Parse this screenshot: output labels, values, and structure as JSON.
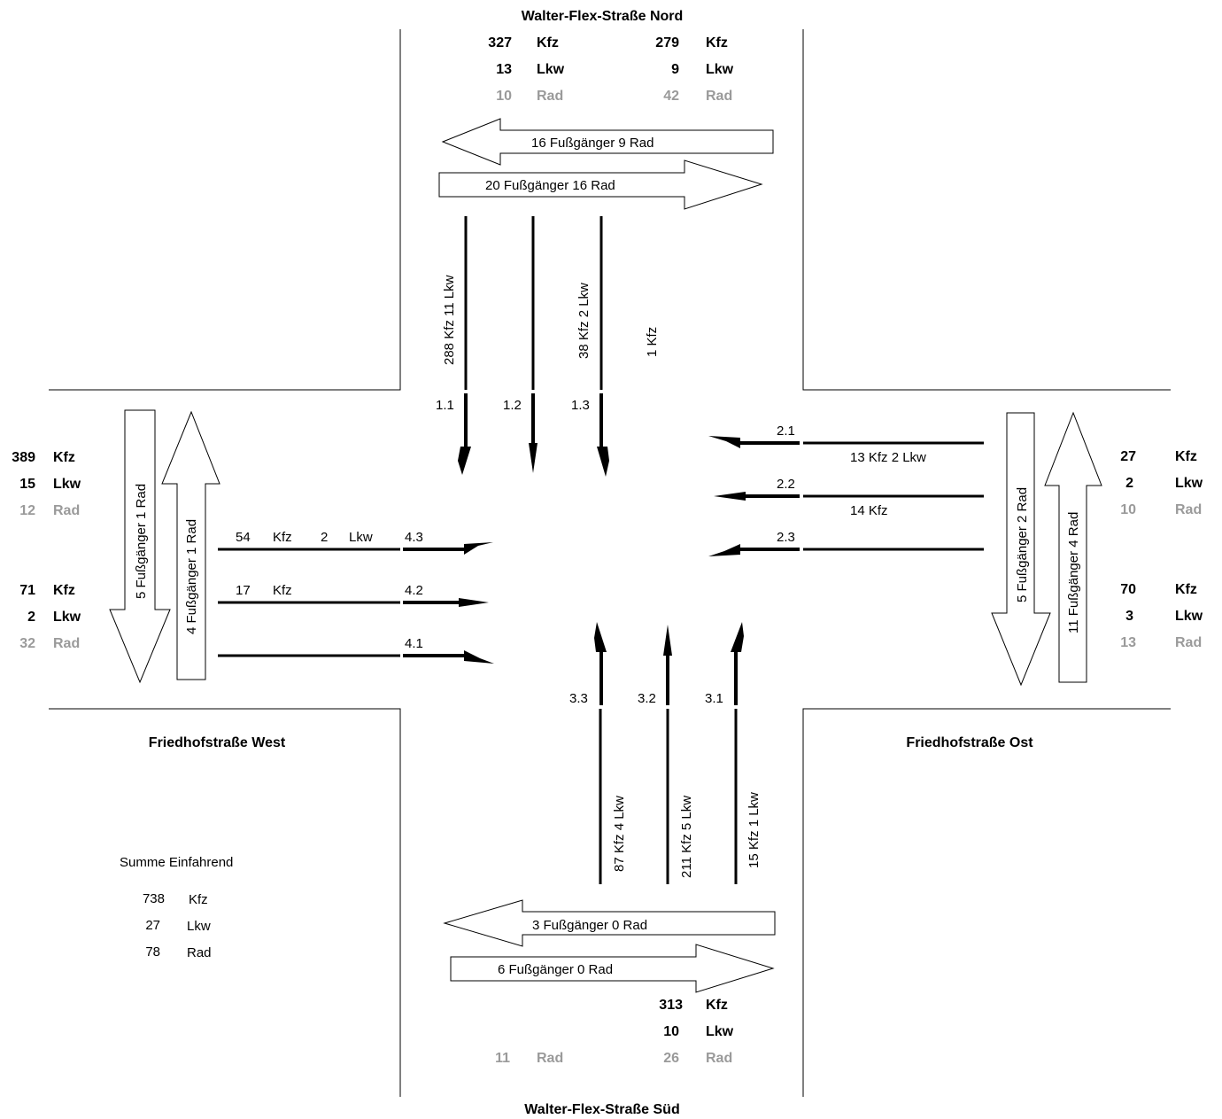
{
  "streets": {
    "north": "Walter-Flex-Straße Nord",
    "south": "Walter-Flex-Straße Süd",
    "west": "Friedhofstraße West",
    "east": "Friedhofstraße Ost"
  },
  "north_totals": {
    "in_kfz": "327",
    "in_lkw": "13",
    "in_rad": "10",
    "out_kfz": "279",
    "out_lkw": "9",
    "out_rad": "42",
    "u_kfz": "Kfz",
    "u_lkw": "Lkw",
    "u_rad": "Rad"
  },
  "north_ped": {
    "upper": "16 Fußgänger   9 Rad",
    "lower": "20 Fußgänger   16 Rad"
  },
  "north_lanes": {
    "l11_text": "288   Kfz   11   Lkw",
    "l13_text": "38   Kfz   2   Lkw",
    "l12_text": "1   Kfz",
    "label_11": "1.1",
    "label_12": "1.2",
    "label_13": "1.3"
  },
  "west_totals": {
    "in_kfz": "389",
    "in_lkw": "15",
    "in_rad": "12",
    "out_kfz": "71",
    "out_lkw": "2",
    "out_rad": "32",
    "u_kfz": "Kfz",
    "u_lkw": "Lkw",
    "u_rad": "Rad"
  },
  "west_ped": {
    "left": "5 Fußgänger   1 Rad",
    "right": "4 Fußgänger   1 Rad"
  },
  "west_lanes": {
    "l43_kfz": "54",
    "l43_kfz_unit": "Kfz",
    "l43_lkw": "2",
    "l43_lkw_unit": "Lkw",
    "l42_kfz": "17",
    "l42_kfz_unit": "Kfz",
    "label_43": "4.3",
    "label_42": "4.2",
    "label_41": "4.1"
  },
  "east_totals": {
    "in_kfz": "27",
    "in_lkw": "2",
    "in_rad": "10",
    "out_kfz": "70",
    "out_lkw": "3",
    "out_rad": "13",
    "u_kfz": "Kfz",
    "u_lkw": "Lkw",
    "u_rad": "Rad"
  },
  "east_ped": {
    "left": "5 Fußgänger   2 Rad",
    "right": "11 Fußgänger   4 Rad"
  },
  "east_lanes": {
    "l21_text": "13  Kfz        2  Lkw",
    "l22_text": "14  Kfz",
    "label_21": "2.1",
    "label_22": "2.2",
    "label_23": "2.3"
  },
  "south_lanes": {
    "l33_text": "87   Kfz   4   Lkw",
    "l32_text": "211   Kfz   5   Lkw",
    "l31_text": "15   Kfz   1   Lkw",
    "label_33": "3.3",
    "label_32": "3.2",
    "label_31": "3.1"
  },
  "south_ped": {
    "upper": "3 Fußgänger   0 Rad",
    "lower": "6 Fußgänger   0 Rad"
  },
  "south_totals": {
    "out_kfz": "313",
    "out_lkw": "10",
    "out_rad": "26",
    "in_rad": "11",
    "u_kfz": "Kfz",
    "u_lkw": "Lkw",
    "u_rad": "Rad"
  },
  "summary": {
    "title": "Summe Einfahrend",
    "kfz": "738",
    "kfz_unit": "Kfz",
    "lkw": "27",
    "lkw_unit": "Lkw",
    "rad": "78",
    "rad_unit": "Rad"
  }
}
